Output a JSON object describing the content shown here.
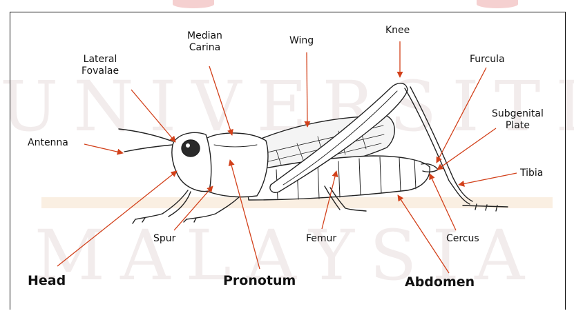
{
  "watermark": {
    "line1": "UNIVERSITI",
    "line2": "MALAYSIA",
    "color": "#c8a8a8"
  },
  "labels": {
    "lateral_fovalae": "Lateral\nFovalae",
    "median_carina": "Median\nCarina",
    "wing": "Wing",
    "knee": "Knee",
    "furcula": "Furcula",
    "subgenital_plate": "Subgenital\nPlate",
    "antenna": "Antenna",
    "tibia": "Tibia",
    "spur": "Spur",
    "femur": "Femur",
    "cercus": "Cercus",
    "head": "Head",
    "pronotum": "Pronotum",
    "abdomen": "Abdomen"
  },
  "colors": {
    "arrow": "#d2401a",
    "line_art": "#222222",
    "text": "#111111"
  }
}
